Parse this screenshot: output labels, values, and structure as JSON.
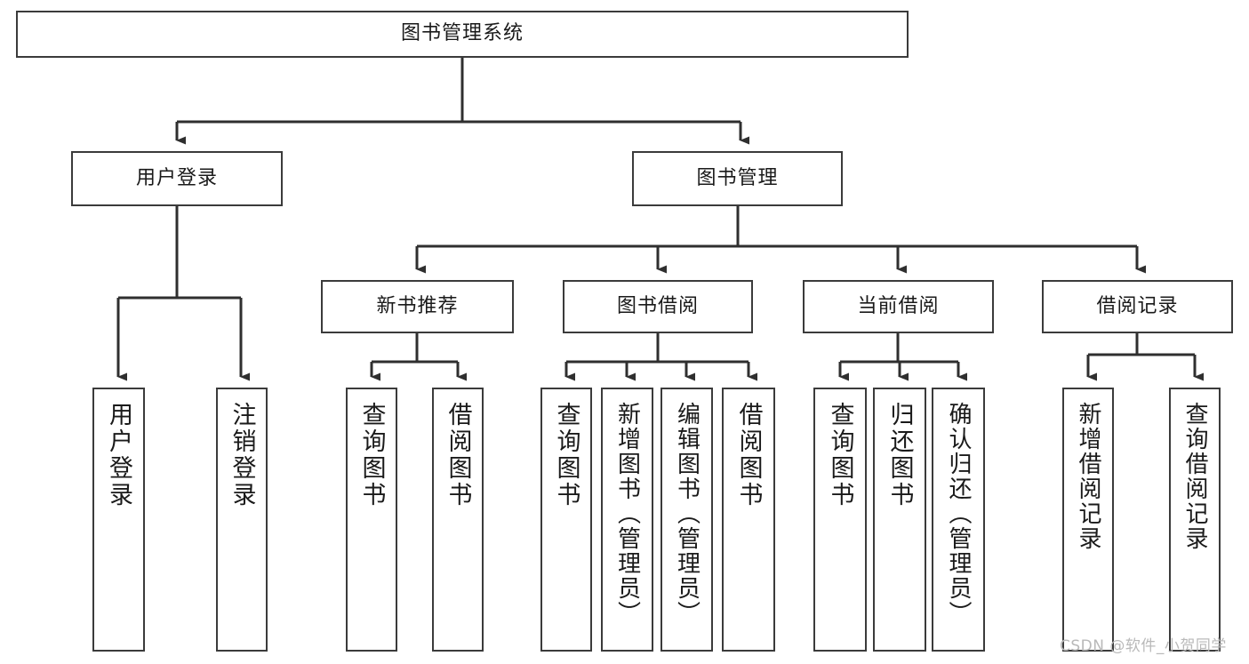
{
  "diagram": {
    "type": "tree-flowchart",
    "title": "图书管理系统",
    "watermark": "CSDN @软件_小贺同学",
    "colors": {
      "node_border": "#3b3b3b",
      "node_fill": "#ffffff",
      "edge": "#2f2f2f",
      "text": "#1a1a1a",
      "watermark": "#b9b9b9",
      "background": "#ffffff"
    },
    "nodes": {
      "root": {
        "label": "图书管理系统"
      },
      "level2": [
        {
          "id": "user-login",
          "label": "用户登录"
        },
        {
          "id": "book-manage",
          "label": "图书管理"
        }
      ],
      "level3": [
        {
          "id": "new-book-recommend",
          "label": "新书推荐"
        },
        {
          "id": "book-borrow",
          "label": "图书借阅"
        },
        {
          "id": "current-borrow",
          "label": "当前借阅"
        },
        {
          "id": "borrow-record",
          "label": "借阅记录"
        }
      ],
      "leaves": [
        {
          "id": "leaf-user-login",
          "label": "用户登录",
          "parent": "user-login"
        },
        {
          "id": "leaf-logout-login",
          "label": "注销登录",
          "parent": "user-login"
        },
        {
          "id": "leaf-query-book-1",
          "label": "查询图书",
          "parent": "new-book-recommend"
        },
        {
          "id": "leaf-borrow-book-1",
          "label": "借阅图书",
          "parent": "new-book-recommend"
        },
        {
          "id": "leaf-query-book-2",
          "label": "查询图书",
          "parent": "book-borrow"
        },
        {
          "id": "leaf-add-book",
          "label": "新增图书（管理员）",
          "parent": "book-borrow"
        },
        {
          "id": "leaf-edit-book",
          "label": "编辑图书（管理员）",
          "parent": "book-borrow"
        },
        {
          "id": "leaf-borrow-book-2",
          "label": "借阅图书",
          "parent": "book-borrow"
        },
        {
          "id": "leaf-query-book-3",
          "label": "查询图书",
          "parent": "current-borrow"
        },
        {
          "id": "leaf-return-book",
          "label": "归还图书",
          "parent": "current-borrow"
        },
        {
          "id": "leaf-confirm-return",
          "label": "确认归还（管理员）",
          "parent": "current-borrow"
        },
        {
          "id": "leaf-add-record",
          "label": "新增借阅记录",
          "parent": "borrow-record"
        },
        {
          "id": "leaf-query-record",
          "label": "查询借阅记录",
          "parent": "borrow-record"
        }
      ]
    }
  }
}
